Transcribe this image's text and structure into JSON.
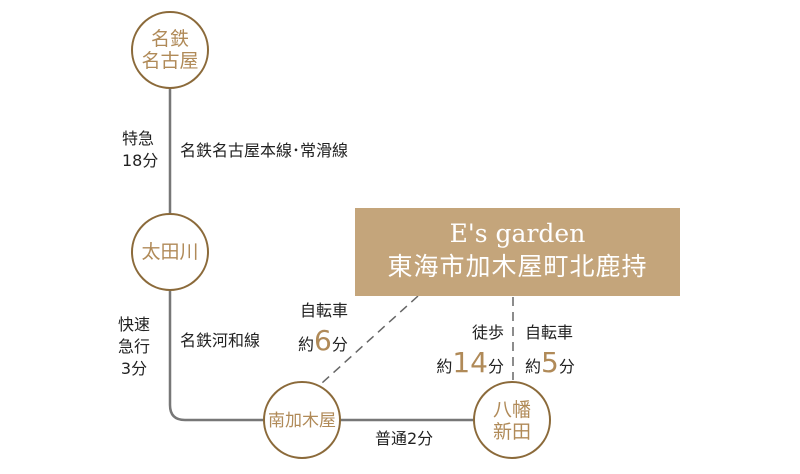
{
  "stations": [
    {
      "name": "名鉄\n名古屋"
    },
    {
      "name": "太田川"
    },
    {
      "name": "南加木屋"
    },
    {
      "name": "八幡\n新田"
    }
  ],
  "segments": {
    "seg1": {
      "service": "特急\n18分",
      "line": "名鉄名古屋本線･常滑線"
    },
    "seg2": {
      "service": "快速\n急行\n3分",
      "line": "名鉄河和線"
    },
    "seg3": {
      "service": "普通2分"
    }
  },
  "property": {
    "name": "E's garden",
    "address": "東海市加木屋町北鹿持"
  },
  "access": [
    {
      "mode": "自転車",
      "prefix": "約",
      "minutes": "6",
      "suffix": "分"
    },
    {
      "mode": "徒歩",
      "prefix": "約",
      "minutes": "14",
      "suffix": "分"
    },
    {
      "mode": "自転車",
      "prefix": "約",
      "minutes": "5",
      "suffix": "分"
    }
  ],
  "colors": {
    "accent": "#c4a57b",
    "circle": "#8b6a3a",
    "line": "#777777"
  }
}
